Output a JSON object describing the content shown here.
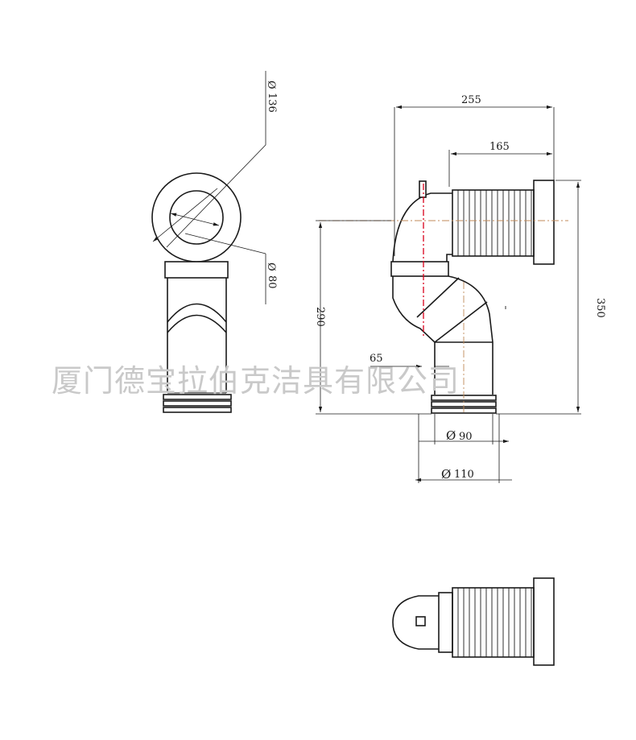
{
  "watermark": "厦门德宝拉伯克洁具有限公司",
  "dimensions": {
    "width_total": "255",
    "width_offset": "165",
    "height_total": "350",
    "height_outlet": "290",
    "offset_center": "65",
    "ring_outer_dia": "136",
    "ring_inner_dia": "80",
    "outlet_inner_dia": "90",
    "outlet_outer_dia": "110"
  },
  "diameter_symbol": "Ø"
}
